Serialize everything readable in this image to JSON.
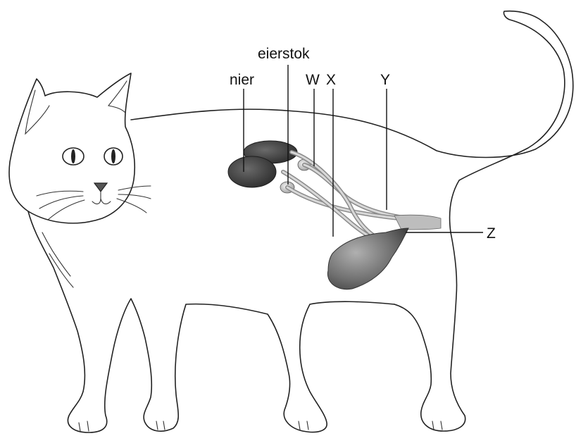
{
  "labels": {
    "kidney": "nier",
    "ovary": "eierstok",
    "w": "W",
    "x": "X",
    "y": "Y",
    "z": "Z"
  },
  "colors": {
    "outline": "#222222",
    "organ_dark": "#3a3a3a",
    "organ_mid": "#7a7a7a",
    "organ_light": "#cfcfcf"
  }
}
